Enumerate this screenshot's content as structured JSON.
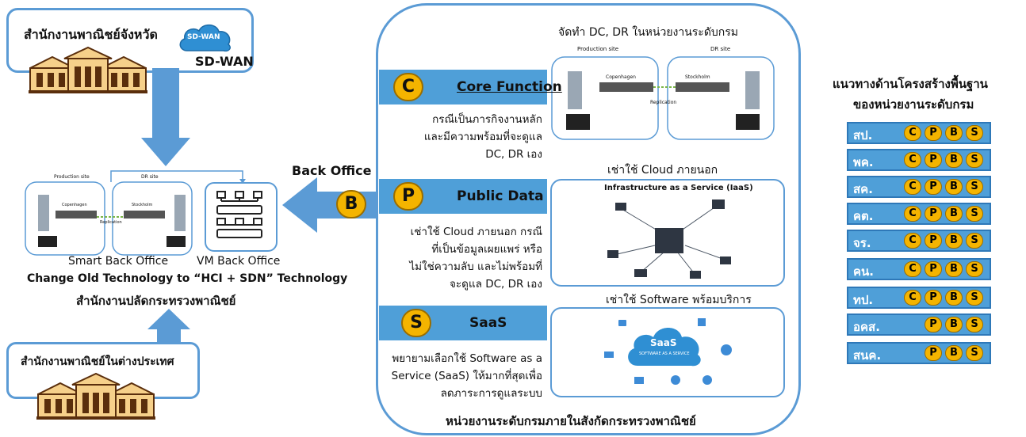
{
  "left": {
    "top_box_title": "สำนักงานพาณิชย์จังหวัด",
    "sdwan_cloud_text": "SD-WAN",
    "sdwan_label": "SD-WAN",
    "dc_mini_production": "Production site",
    "dc_mini_dr": "DR site",
    "dc_mini_copenhagen": "Copenhagen",
    "dc_mini_stockholm": "Stockholm",
    "dc_mini_replication": "Replication",
    "smart_back_office": "Smart Back Office",
    "vm_back_office": "VM Back Office",
    "change_tech": "Change Old Technology to “HCI + SDN” Technology",
    "ministry_office": "สำนักงานปลัดกระทรวงพาณิชย์",
    "bottom_box_title": "สำนักงานพาณิชย์ในต่างประเทศ"
  },
  "middle": {
    "back_office_label": "Back Office",
    "b_chip": "B",
    "top_title": "จัดทำ DC, DR ในหน่วยงานระดับกรม",
    "dc_production": "Production site",
    "dc_dr": "DR site",
    "dc_copenhagen": "Copenhagen",
    "dc_stockholm": "Stockholm",
    "dc_replication": "Replication",
    "rows": [
      {
        "letter": "C",
        "label": "Core Function",
        "desc": [
          "กรณีเป็นภารกิจงานหลัก",
          "และมีความพร้อมที่จะดูแล",
          "DC, DR เอง"
        ]
      },
      {
        "letter": "P",
        "label": "Public Data",
        "desc": [
          "เช่าใช้ Cloud ภายนอก กรณี",
          "ที่เป็นข้อมูลเผยแพร่ หรือ",
          "ไม่ใช่ความลับ และไม่พร้อมที่",
          "จะดูแล DC, DR เอง"
        ]
      },
      {
        "letter": "S",
        "label": "SaaS",
        "desc": [
          "พยายามเลือกใช้ Software as a",
          "Service (SaaS) ให้มากที่สุดเพื่อ",
          "ลดภาระการดูแลระบบ"
        ]
      }
    ],
    "cloud_title": "เช่าใช้ Cloud ภายนอก",
    "iaas_title": "Infrastructure as a Service (IaaS)",
    "software_title": "เช่าใช้ Software พร้อมบริการ",
    "saas_cloud_text": "SaaS",
    "saas_cloud_sub": "SOFTWARE AS A SERVICE",
    "footer": "หน่วยงานระดับกรมภายในสังกัดกระทรวงพาณิชย์"
  },
  "right": {
    "title_line1": "แนวทางด้านโครงสร้างพื้นฐาน",
    "title_line2": "ของหน่วยงานระดับกรม",
    "orgs": [
      {
        "name": "สป.",
        "chips": [
          "C",
          "P",
          "B",
          "S"
        ]
      },
      {
        "name": "พค.",
        "chips": [
          "C",
          "P",
          "B",
          "S"
        ]
      },
      {
        "name": "สค.",
        "chips": [
          "C",
          "P",
          "B",
          "S"
        ]
      },
      {
        "name": "คต.",
        "chips": [
          "C",
          "P",
          "B",
          "S"
        ]
      },
      {
        "name": "จร.",
        "chips": [
          "C",
          "P",
          "B",
          "S"
        ]
      },
      {
        "name": "คน.",
        "chips": [
          "C",
          "P",
          "B",
          "S"
        ]
      },
      {
        "name": "ทป.",
        "chips": [
          "C",
          "P",
          "B",
          "S"
        ]
      },
      {
        "name": "อคส.",
        "chips": [
          "P",
          "B",
          "S"
        ]
      },
      {
        "name": "สนค.",
        "chips": [
          "P",
          "B",
          "S"
        ]
      }
    ]
  },
  "colors": {
    "accent_blue": "#5b9bd5",
    "band_blue": "#4f9fd8",
    "chip_gold": "#f4b400"
  }
}
